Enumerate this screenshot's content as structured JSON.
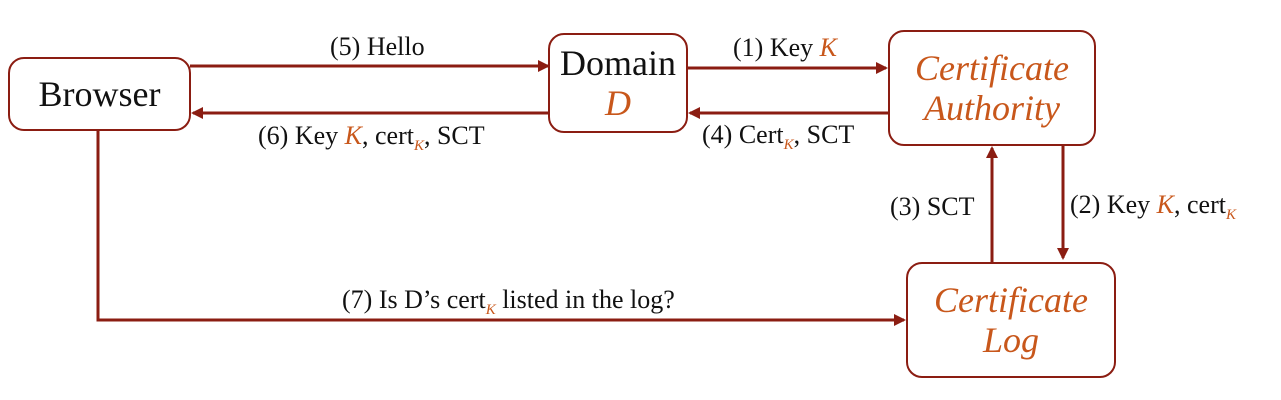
{
  "nodes": {
    "browser": {
      "label": "Browser"
    },
    "domain": {
      "line1": "Domain",
      "line2": "D"
    },
    "ca": {
      "line1": "Certificate",
      "line2": "Authority"
    },
    "log": {
      "line1": "Certificate",
      "line2": "Log"
    }
  },
  "edges": {
    "e5": {
      "text": "(5) Hello"
    },
    "e1": {
      "prefix": "(1) Key ",
      "key": "K"
    },
    "e6": {
      "prefix": "(6) Key ",
      "key": "K",
      "mid": ", cert",
      "sub": "K",
      "suffix": ", SCT"
    },
    "e4": {
      "prefix": "(4) Cert",
      "sub": "K",
      "suffix": ", SCT"
    },
    "e3": {
      "text": "(3) SCT"
    },
    "e2": {
      "prefix": "(2) Key ",
      "key": "K",
      "mid": ", cert",
      "sub": "K"
    },
    "e7": {
      "prefix": "(7) Is D’s cert",
      "sub": "K",
      "suffix": " listed in the log?"
    }
  },
  "colors": {
    "arrow": "#8b1d12",
    "accent": "#c8571b"
  }
}
